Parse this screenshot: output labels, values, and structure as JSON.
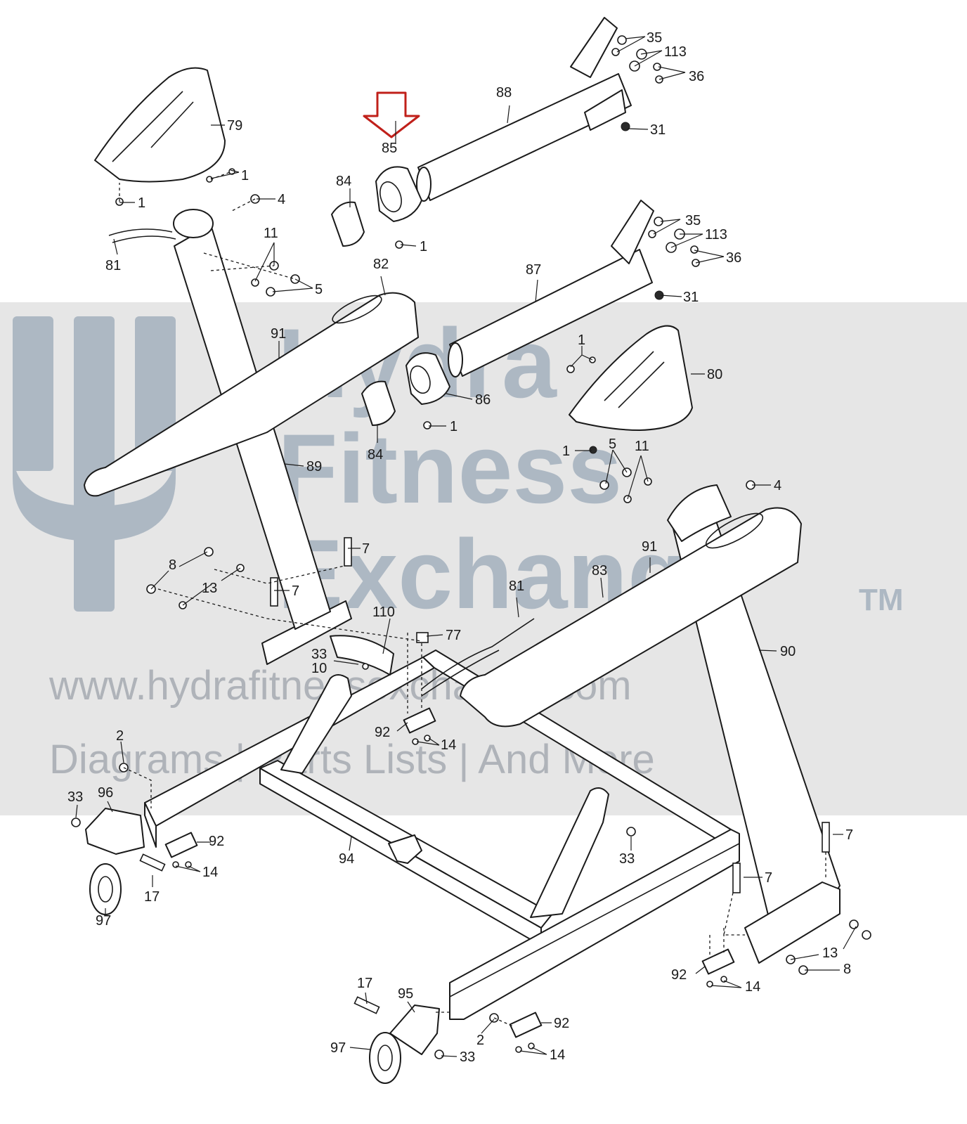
{
  "watermark": {
    "line1": "Hydra",
    "line2": "Fitness",
    "line3": "Exchange",
    "trademark": "TM",
    "url": "www.hydrafitnessexchange.com",
    "tagline": "Diagrams | Parts Lists | And More",
    "band_color": "#e6e6e6",
    "logo_color": "#7f93a8"
  },
  "highlight": {
    "part": "85",
    "arrow_color": "#c0201a"
  },
  "callouts": {
    "c79": "79",
    "c84a": "84",
    "c85": "85",
    "c88": "88",
    "c35a": "35",
    "c113a": "113",
    "c36a": "36",
    "c31a": "31",
    "c1a": "1",
    "c1b": "1",
    "c1c": "1",
    "c4a": "4",
    "c81a": "81",
    "c11a": "11",
    "c5a": "5",
    "c82": "82",
    "c87": "87",
    "c35b": "35",
    "c113b": "113",
    "c36b": "36",
    "c31b": "31",
    "c91a": "91",
    "c86": "86",
    "c84b": "84",
    "c1d": "1",
    "c1e": "1",
    "c80": "80",
    "c1f": "1",
    "c5b": "5",
    "c11b": "11",
    "c4b": "4",
    "c89": "89",
    "c8a": "8",
    "c13a": "13",
    "c7a": "7",
    "c7b": "7",
    "c91b": "91",
    "c83": "83",
    "c81b": "81",
    "c110": "110",
    "c77": "77",
    "c33a": "33",
    "c10": "10",
    "c90": "90",
    "c92a": "92",
    "c14a": "14",
    "c2a": "2",
    "c33b": "33",
    "c96": "96",
    "c92b": "92",
    "c14b": "14",
    "c17a": "17",
    "c97a": "97",
    "c94": "94",
    "c33c": "33",
    "c7c": "7",
    "c7d": "7",
    "c13b": "13",
    "c8b": "8",
    "c92c": "92",
    "c14c": "14",
    "c17b": "17",
    "c95": "95",
    "c97b": "97",
    "c2b": "2",
    "c33d": "33",
    "c92d": "92",
    "c14d": "14"
  }
}
